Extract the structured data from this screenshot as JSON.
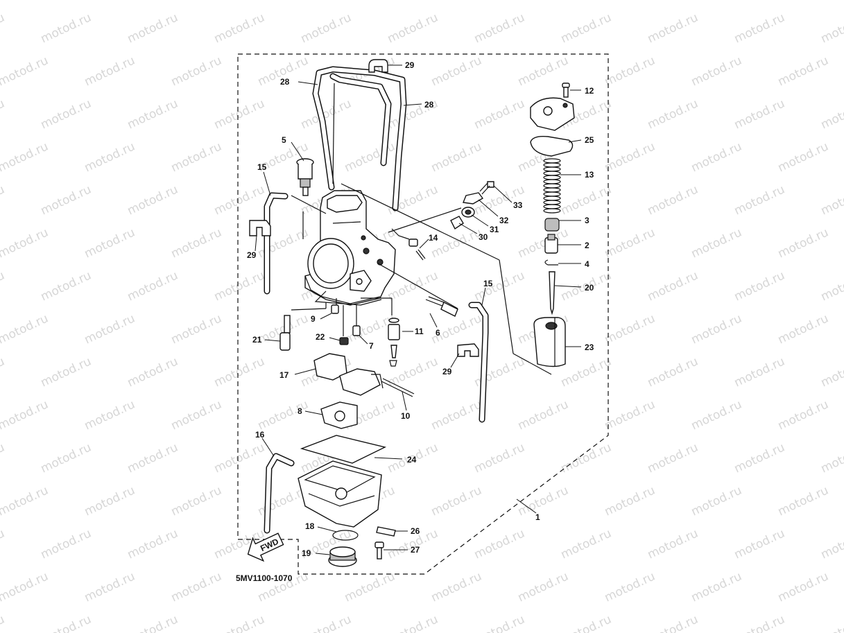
{
  "watermark": {
    "text": "motod.ru"
  },
  "diagram": {
    "code": "5MV1100-1070",
    "fwd_label": "FWD",
    "callouts": [
      {
        "id": "29a",
        "num": "29"
      },
      {
        "id": "28a",
        "num": "28"
      },
      {
        "id": "28b",
        "num": "28"
      },
      {
        "id": "12",
        "num": "12"
      },
      {
        "id": "25",
        "num": "25"
      },
      {
        "id": "5",
        "num": "5"
      },
      {
        "id": "15a",
        "num": "15"
      },
      {
        "id": "13",
        "num": "13"
      },
      {
        "id": "33",
        "num": "33"
      },
      {
        "id": "32",
        "num": "32"
      },
      {
        "id": "31",
        "num": "31"
      },
      {
        "id": "30",
        "num": "30"
      },
      {
        "id": "3",
        "num": "3"
      },
      {
        "id": "14",
        "num": "14"
      },
      {
        "id": "2",
        "num": "2"
      },
      {
        "id": "29b",
        "num": "29"
      },
      {
        "id": "4",
        "num": "4"
      },
      {
        "id": "15b",
        "num": "15"
      },
      {
        "id": "20",
        "num": "20"
      },
      {
        "id": "9",
        "num": "9"
      },
      {
        "id": "11",
        "num": "11"
      },
      {
        "id": "6",
        "num": "6"
      },
      {
        "id": "21",
        "num": "21"
      },
      {
        "id": "22",
        "num": "22"
      },
      {
        "id": "7",
        "num": "7"
      },
      {
        "id": "23",
        "num": "23"
      },
      {
        "id": "29c",
        "num": "29"
      },
      {
        "id": "17",
        "num": "17"
      },
      {
        "id": "10",
        "num": "10"
      },
      {
        "id": "8",
        "num": "8"
      },
      {
        "id": "16",
        "num": "16"
      },
      {
        "id": "24",
        "num": "24"
      },
      {
        "id": "1",
        "num": "1"
      },
      {
        "id": "18",
        "num": "18"
      },
      {
        "id": "26",
        "num": "26"
      },
      {
        "id": "19",
        "num": "19"
      },
      {
        "id": "27",
        "num": "27"
      }
    ]
  }
}
